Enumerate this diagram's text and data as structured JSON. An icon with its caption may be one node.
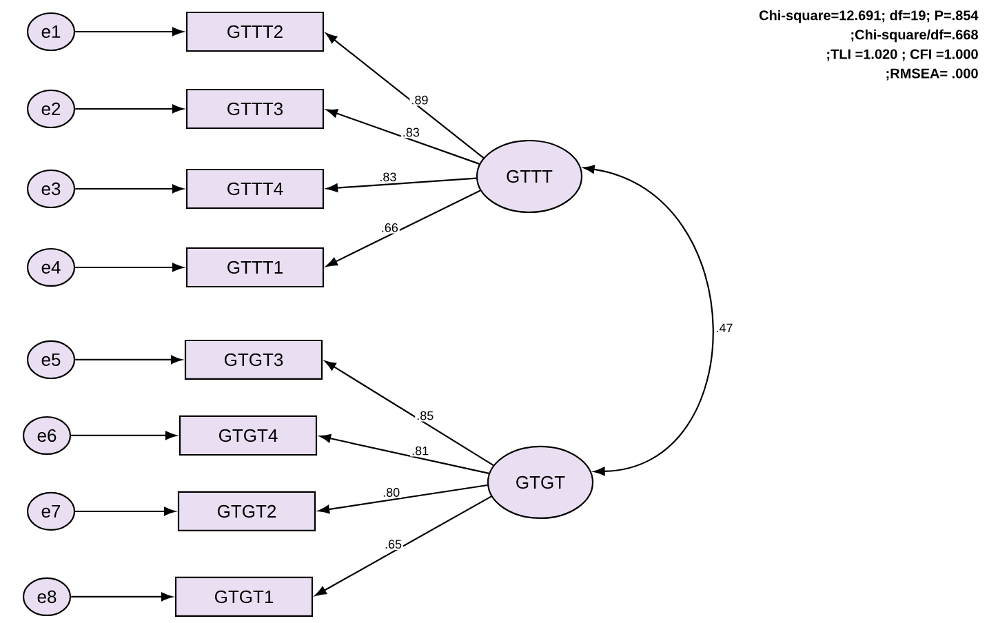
{
  "diagram": {
    "nodes": [
      {
        "text": [
          "e1"
        ]
      },
      {
        "text": [
          "GTTT2"
        ]
      },
      {
        "text": [
          "e2"
        ]
      },
      {
        "text": [
          "GTTT3"
        ]
      },
      {
        "text": [
          "e3"
        ]
      },
      {
        "text": [
          "GTTT4"
        ]
      },
      {
        "text": [
          "e4"
        ]
      },
      {
        "text": [
          "GTTT1"
        ]
      },
      {
        "text": [
          "GTTT"
        ]
      },
      {
        "text": [
          "e5"
        ]
      },
      {
        "text": [
          "GTGT3"
        ]
      },
      {
        "text": [
          "e6"
        ]
      },
      {
        "text": [
          "GTGT4"
        ]
      },
      {
        "text": [
          "e7"
        ]
      },
      {
        "text": [
          "GTGT2"
        ]
      },
      {
        "text": [
          "e8"
        ]
      },
      {
        "text": [
          "GTGT1"
        ]
      },
      {
        "text": [
          "GTGT"
        ]
      }
    ],
    "edges": [
      {
        "from": 0,
        "to": 1,
        "arrow": "to"
      },
      {
        "from": 2,
        "to": 3,
        "arrow": "to"
      },
      {
        "from": 4,
        "to": 5,
        "arrow": "to"
      },
      {
        "from": 6,
        "to": 7,
        "arrow": "to"
      },
      {
        "from": 8,
        "to": 1,
        "arrow": "to",
        "label": ".89"
      },
      {
        "from": 8,
        "to": 3,
        "arrow": "to",
        "label": ".83"
      },
      {
        "from": 8,
        "to": 5,
        "arrow": "to",
        "label": ".83"
      },
      {
        "from": 8,
        "to": 7,
        "arrow": "to",
        "label": ".66"
      },
      {
        "from": 9,
        "to": 10,
        "arrow": "to"
      },
      {
        "from": 11,
        "to": 12,
        "arrow": "to"
      },
      {
        "from": 13,
        "to": 14,
        "arrow": "to"
      },
      {
        "from": 15,
        "to": 16,
        "arrow": "to"
      },
      {
        "from": 17,
        "to": 10,
        "arrow": "to",
        "label": ".85"
      },
      {
        "from": 17,
        "to": 12,
        "arrow": "to",
        "label": ".81"
      },
      {
        "from": 17,
        "to": 14,
        "arrow": "to",
        "label": ".80"
      },
      {
        "from": 17,
        "to": 16,
        "arrow": "to",
        "label": ".65"
      },
      {
        "from": 8,
        "to": 17,
        "arrow": "both",
        "label": ".47"
      }
    ],
    "labels": [
      "Chi-square=12.691; df=19; P=.854",
      ";Chi-square/df=.668",
      ";TLI =1.020 ; CFI =1.000",
      ";RMSEA= .000"
    ]
  }
}
